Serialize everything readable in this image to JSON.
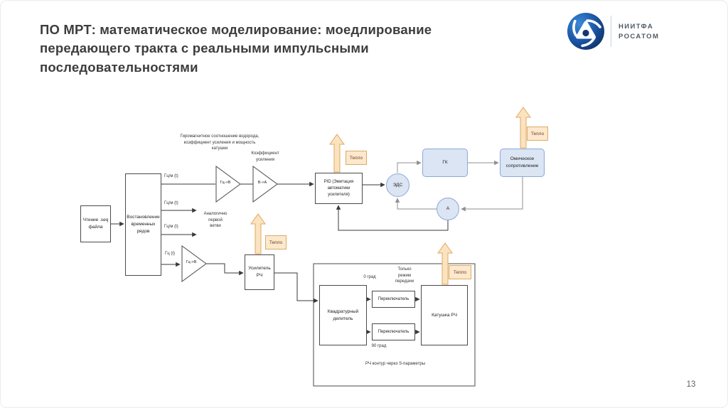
{
  "slide": {
    "page_number": "13",
    "background": "#ffffff",
    "border_color": "#ebebeb"
  },
  "header": {
    "title": "ПО МРТ: математическое моделирование: моедлирование передающего тракта с реальными импульсными последовательностями"
  },
  "logo": {
    "org": "НИИТФА",
    "brand": "РОСАТОМ"
  },
  "diagram": {
    "heat_label": "Тепло",
    "nodes": {
      "read_seq": "Чтение .seq\nфайла",
      "restore": "Востановление\nвременных\nрядов",
      "pid": "PID (Эмитация\nавтоматики\nусилителя)",
      "rf_amp": "Усилитель\nРЧ",
      "eds": "ЭДС",
      "gk": "ГК",
      "ohmic": "Омическое\nсопротивление",
      "adder": "А",
      "quad_divider": "Квадратурный\nделитель",
      "switch_top": "Переключатель",
      "switch_bottom": "Переключатель",
      "rf_coil": "Катушка РЧ"
    },
    "amplifiers": {
      "t1": "Гц->В",
      "t2": "В->А",
      "t3": "Гц->В"
    },
    "signals": [
      "Гц/м (t)",
      "Гц/м (t)",
      "Гц/м (t)",
      "Гц (t)"
    ],
    "notes": {
      "gyro": "Гиромагнитное соотношение водорода,\nкоэффициент усиления и мощность\nкатушки",
      "gain": "Коэффициент\nусиления",
      "analog": "Аналогично\nпервой\nветви",
      "tx_mode": "Только\nрежим\nпередачи",
      "deg0": "0 град",
      "deg90": "90 град",
      "s_params": "РЧ контур через S-параметры"
    },
    "colors": {
      "node_blue_fill": "#dbe5f3",
      "node_blue_border": "#8fa8d8",
      "heat_fill": "#fce8cc",
      "heat_border": "#dcab66",
      "heat_arrow_fill": "#fbe3c0",
      "heat_arrow_border": "#dfa961",
      "logo_blue": "#1b4f9c"
    }
  }
}
